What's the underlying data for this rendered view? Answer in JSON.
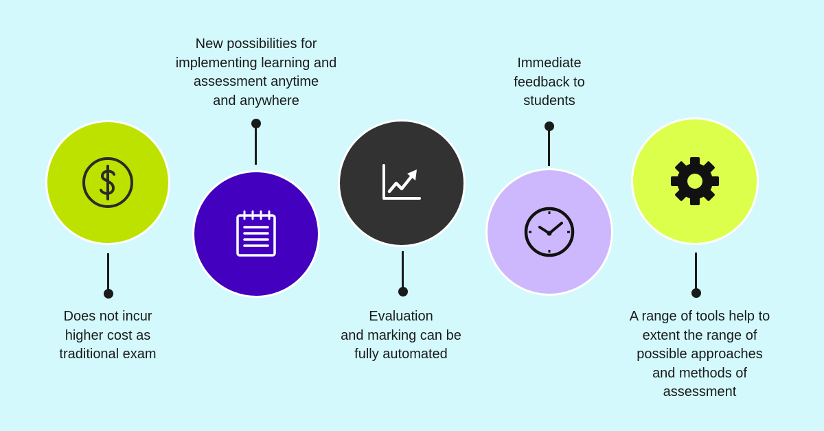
{
  "colors": {
    "background": "#d3f9fc",
    "lime": "#bde200",
    "purple": "#4300bf",
    "charcoal": "#323232",
    "lavender": "#cdb8fd",
    "chartreuse": "#dbff4b"
  },
  "items": [
    {
      "icon": "dollar-circle-icon",
      "color": "#bde200",
      "caption": "Does not incur\nhigher cost as\ntraditional exam"
    },
    {
      "icon": "notepad-icon",
      "color": "#4300bf",
      "caption": "New possibilities for\nimplementing learning and\nassessment anytime\nand anywhere"
    },
    {
      "icon": "trending-chart-icon",
      "color": "#323232",
      "caption": "Evaluation\nand marking can be\nfully automated"
    },
    {
      "icon": "clock-icon",
      "color": "#cdb8fd",
      "caption": "Immediate\nfeedback to\nstudents"
    },
    {
      "icon": "gear-icon",
      "color": "#dbff4b",
      "caption": "A range of tools help to\nextent the range of\npossible approaches\nand methods of\nassessment"
    }
  ]
}
